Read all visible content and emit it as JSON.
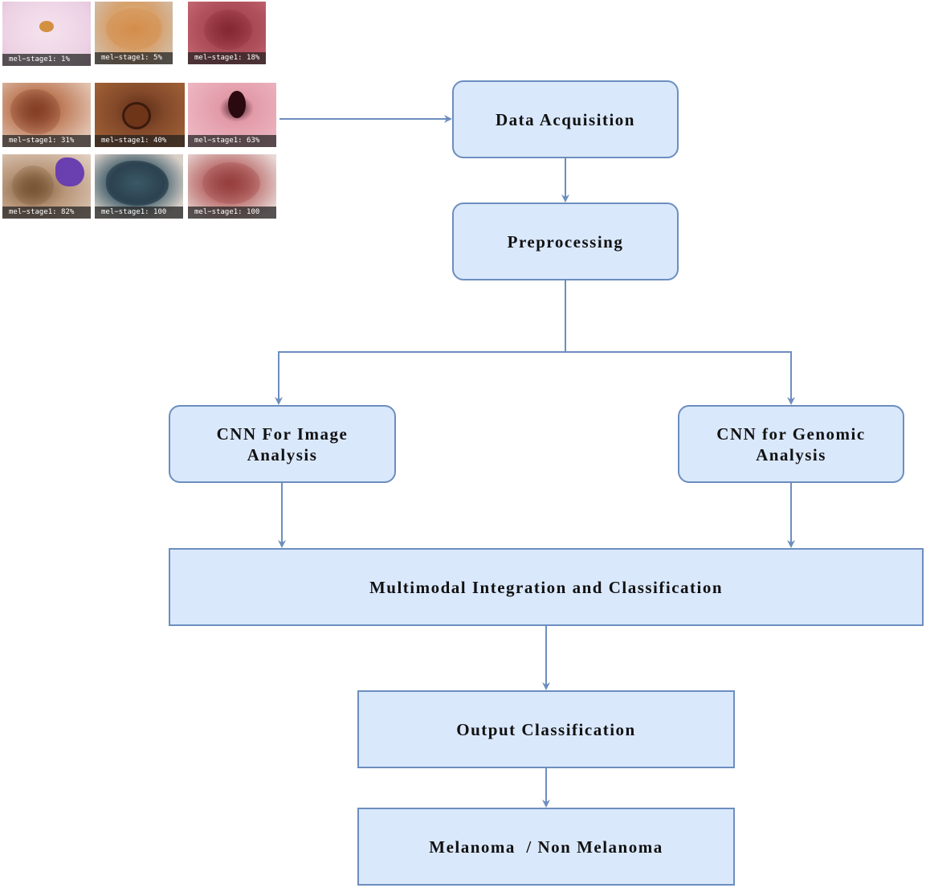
{
  "colors": {
    "node_fill": "#dae8fc",
    "node_border": "#6c8ebf",
    "connector": "#6c8ebf",
    "text": "#111111"
  },
  "thumbnails": [
    {
      "caption": "mel−stage1: 1%"
    },
    {
      "caption": "mel−stage1: 5%"
    },
    {
      "caption": "mel−stage1: 18%"
    },
    {
      "caption": "mel−stage1: 31%"
    },
    {
      "caption": "mel−stage1: 40%"
    },
    {
      "caption": "mel−stage1: 63%"
    },
    {
      "caption": "mel−stage1: 82%"
    },
    {
      "caption": "mel−stage1: 100"
    },
    {
      "caption": "mel−stage1: 100"
    }
  ],
  "nodes": {
    "data_acquisition": "Data Acquisition",
    "preprocessing": "Preprocessing",
    "cnn_image": {
      "line1": "CNN For Image",
      "line2": "Analysis"
    },
    "cnn_genomic": {
      "line1": "CNN for Genomic",
      "line2": "Analysis"
    },
    "multimodal": "Multimodal Integration and Classification",
    "output": "Output Classification",
    "result": "Melanoma  / Non Melanoma"
  }
}
